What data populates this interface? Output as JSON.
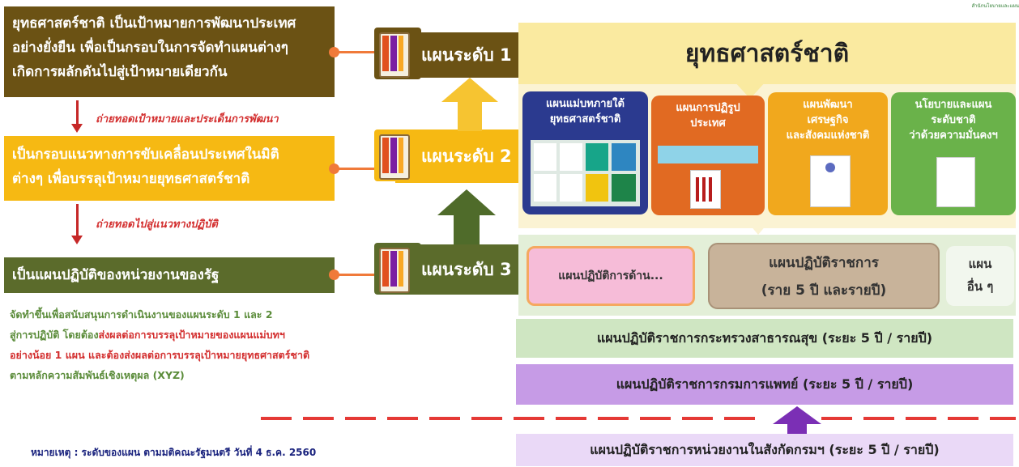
{
  "top_right_logo_text": "สำนักนโยบายและแผน",
  "left": {
    "box1": [
      "ยุทธศาสตร์ชาติ เป็นเป้าหมายการพัฒนาประเทศ",
      "อย่างยั่งยืน เพื่อเป็นกรอบในการจัดทำแผนต่างๆ",
      "เกิดการผลักดันไปสู่เป้าหมายเดียวกัน"
    ],
    "arrow1_text": "ถ่ายทอดเป้าหมายและประเด็นการพัฒนา",
    "box2": [
      "เป็นกรอบแนวทางการขับเคลื่อนประเทศในมิติ",
      "ต่างๆ เพื่อบรรลุเป้าหมายยุทธศาสตร์ชาติ"
    ],
    "arrow2_text": "ถ่ายทอดไปสู่แนวทางปฏิบัติ",
    "box3": "เป็นแผนปฏิบัติของหน่วยงานของรัฐ",
    "desc": {
      "line1": "จัดทำขึ้นเพื่อสนับสนุนการดำเนินงานของแผนระดับ 1 และ 2",
      "line2a": "สู่การปฏิบัติ โดยต้อง",
      "line2b": "ส่งผลต่อการบรรลุเป้าหมายของแผนแม่บทฯ",
      "line3": "อย่างน้อย 1 แผน และต้องส่งผลต่อการบรรลุเป้าหมายยุทธศาสตร์ชาติ",
      "line4": "ตามหลักความสัมพันธ์เชิงเหตุผล (XYZ)"
    },
    "note": "หมายเหตุ : ระดับของแผน ตามมติคณะรัฐมนตรี วันที่ 4 ธ.ค. 2560"
  },
  "levels": {
    "l1": "แผนระดับ 1",
    "l2": "แผนระดับ 2",
    "l3": "แผนระดับ 3"
  },
  "right": {
    "title": "ยุทธศาสตร์ชาติ",
    "cards": [
      [
        "แผนแม่บทภายใต้",
        "ยุทธศาสตร์ชาติ"
      ],
      [
        "แผนการปฏิรูป",
        "ประเทศ"
      ],
      [
        "แผนพัฒนา",
        "เศรษฐกิจ",
        "และสังคมแห่งชาติ"
      ],
      [
        "นโยบายและแผน",
        "ระดับชาติ",
        "ว่าด้วยความมั่นคงฯ"
      ]
    ],
    "plan3": {
      "pink": "แผนปฏิบัติการด้าน...",
      "brown": [
        "แผนปฏิบัติราชการ",
        "(ราย 5 ปี และรายปี)"
      ],
      "other": [
        "แผน",
        "อื่น ๆ"
      ]
    },
    "bar1": "แผนปฏิบัติราชการกระทรวงสาธารณสุข (ระยะ 5 ปี / รายปี)",
    "bar2": "แผนปฏิบัติราชการกรมการแพทย์  (ระยะ 5 ปี / รายปี)",
    "bar3": "แผนปฏิบัติราชการหน่วยงานในสังกัดกรมฯ (ระยะ 5 ปี / รายปี)"
  },
  "colors": {
    "level1": "#6b5214",
    "level2": "#f6b913",
    "level3": "#5b6b2b",
    "card1": "#2b3a8f",
    "card2": "#e16a22",
    "card3": "#f1a81d",
    "card4": "#6ab24a",
    "bar1": "#cfe6c2",
    "bar2": "#c69be6",
    "bar3": "#ead9f7",
    "dash": "#e53935"
  }
}
